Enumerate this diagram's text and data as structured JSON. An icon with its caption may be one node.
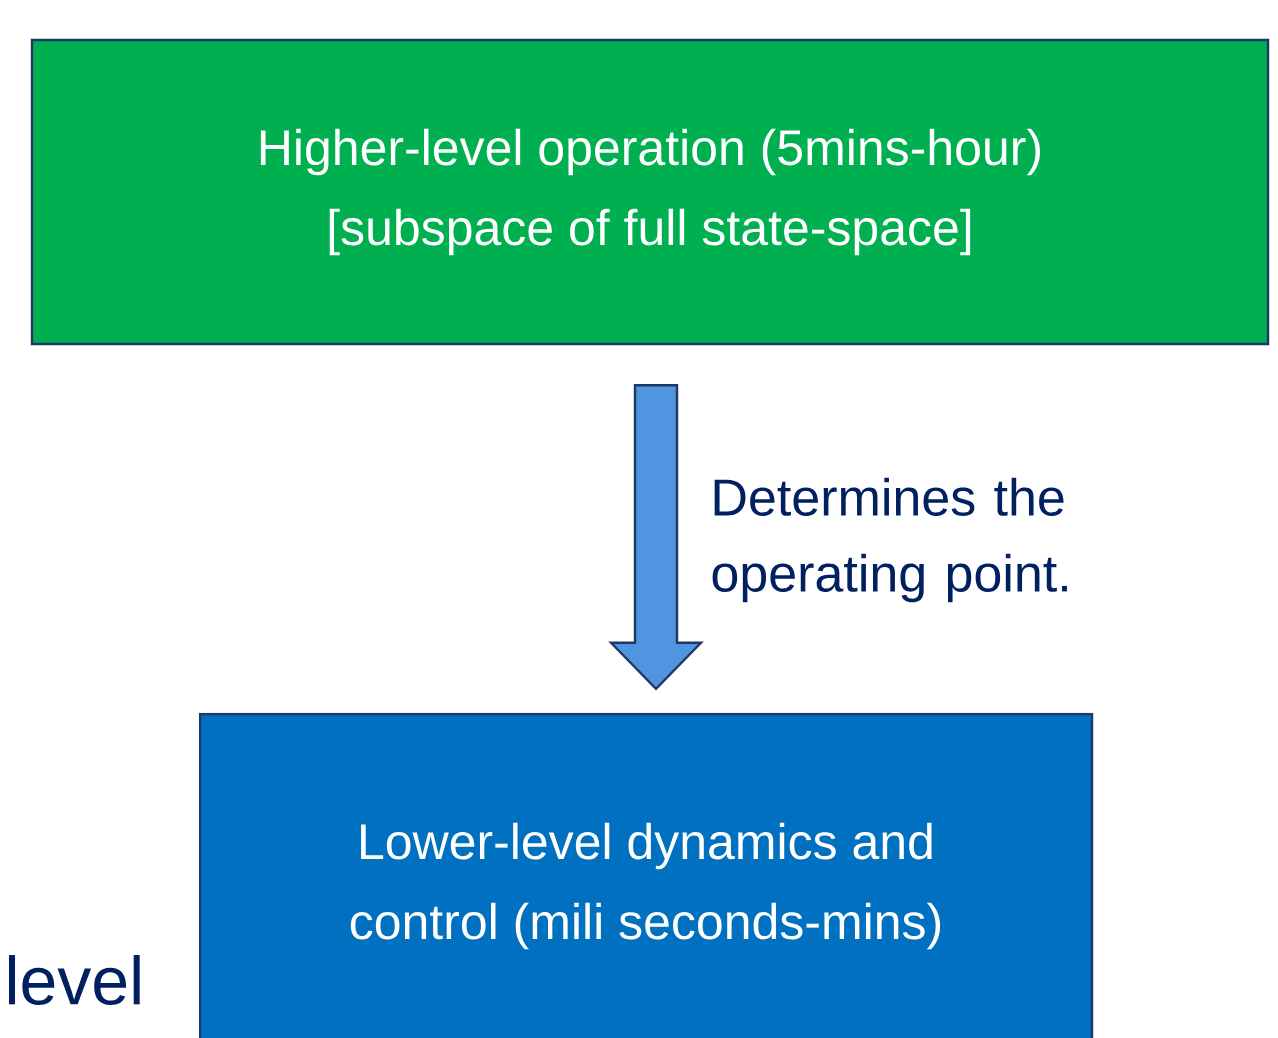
{
  "diagram": {
    "nodes": [
      {
        "text": [
          "Higher-level operation (5mins-hour) [subspace of full state-space]"
        ]
      },
      {
        "text": [
          "Lower-level dynamics and control (mili seconds-mins)"
        ]
      }
    ],
    "edges": [
      {
        "from": 0,
        "to": 1,
        "arrow": "to",
        "label": "Determines the operating point."
      }
    ],
    "labels": [
      "level"
    ]
  }
}
